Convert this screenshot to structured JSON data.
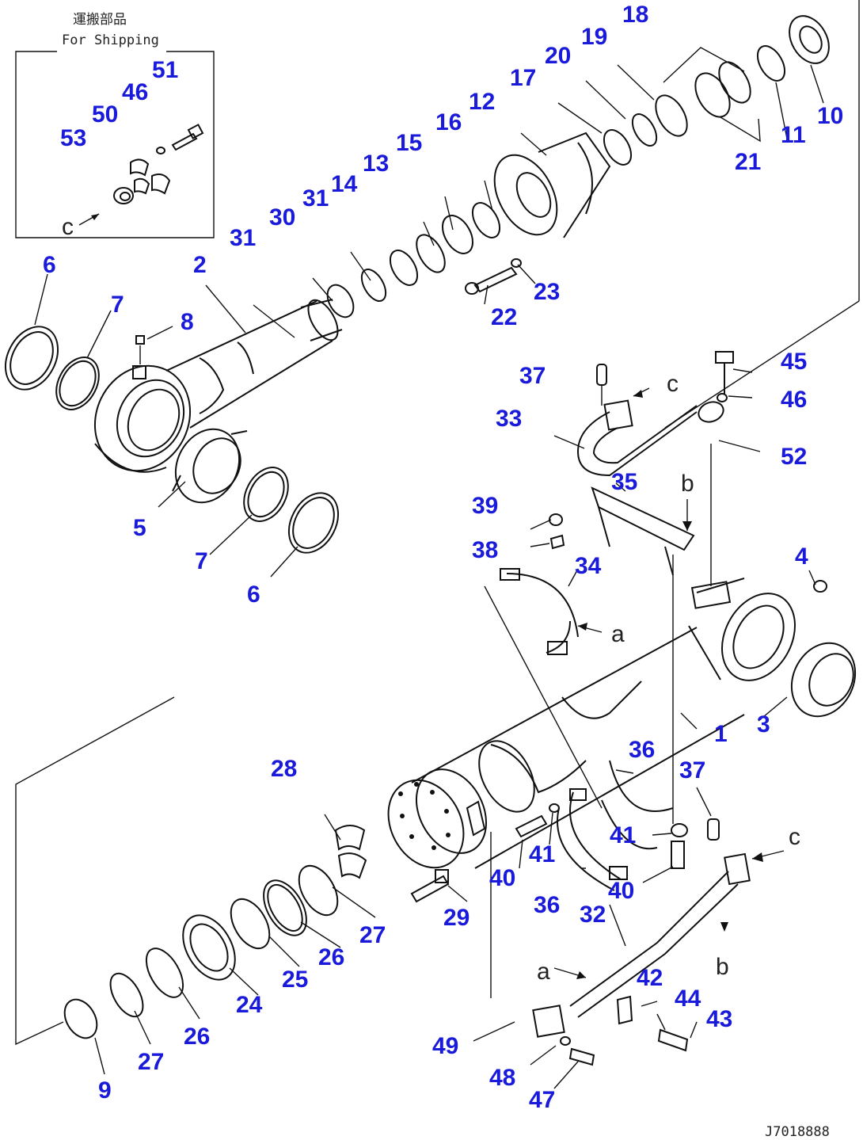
{
  "inset": {
    "title_jp": "運搬部品",
    "title_en": "For Shipping",
    "flag": "c"
  },
  "callouts": [
    {
      "id": "c1",
      "text": "1"
    },
    {
      "id": "c2",
      "text": "2"
    },
    {
      "id": "c3",
      "text": "3"
    },
    {
      "id": "c4",
      "text": "4"
    },
    {
      "id": "c5",
      "text": "5"
    },
    {
      "id": "c6a",
      "text": "6"
    },
    {
      "id": "c6b",
      "text": "6"
    },
    {
      "id": "c7a",
      "text": "7"
    },
    {
      "id": "c7b",
      "text": "7"
    },
    {
      "id": "c8",
      "text": "8"
    },
    {
      "id": "c9",
      "text": "9"
    },
    {
      "id": "c10",
      "text": "10"
    },
    {
      "id": "c11",
      "text": "11"
    },
    {
      "id": "c12",
      "text": "12"
    },
    {
      "id": "c13",
      "text": "13"
    },
    {
      "id": "c14",
      "text": "14"
    },
    {
      "id": "c15",
      "text": "15"
    },
    {
      "id": "c16",
      "text": "16"
    },
    {
      "id": "c17",
      "text": "17"
    },
    {
      "id": "c18",
      "text": "18"
    },
    {
      "id": "c19",
      "text": "19"
    },
    {
      "id": "c20",
      "text": "20"
    },
    {
      "id": "c21",
      "text": "21"
    },
    {
      "id": "c22",
      "text": "22"
    },
    {
      "id": "c23",
      "text": "23"
    },
    {
      "id": "c24",
      "text": "24"
    },
    {
      "id": "c25",
      "text": "25"
    },
    {
      "id": "c26a",
      "text": "26"
    },
    {
      "id": "c26b",
      "text": "26"
    },
    {
      "id": "c27a",
      "text": "27"
    },
    {
      "id": "c27b",
      "text": "27"
    },
    {
      "id": "c28",
      "text": "28"
    },
    {
      "id": "c29",
      "text": "29"
    },
    {
      "id": "c30",
      "text": "30"
    },
    {
      "id": "c31a",
      "text": "31"
    },
    {
      "id": "c31b",
      "text": "31"
    },
    {
      "id": "c32",
      "text": "32"
    },
    {
      "id": "c33",
      "text": "33"
    },
    {
      "id": "c34",
      "text": "34"
    },
    {
      "id": "c35",
      "text": "35"
    },
    {
      "id": "c36a",
      "text": "36"
    },
    {
      "id": "c36b",
      "text": "36"
    },
    {
      "id": "c37a",
      "text": "37"
    },
    {
      "id": "c37b",
      "text": "37"
    },
    {
      "id": "c38",
      "text": "38"
    },
    {
      "id": "c39",
      "text": "39"
    },
    {
      "id": "c40a",
      "text": "40"
    },
    {
      "id": "c40b",
      "text": "40"
    },
    {
      "id": "c41a",
      "text": "41"
    },
    {
      "id": "c41b",
      "text": "41"
    },
    {
      "id": "c42",
      "text": "42"
    },
    {
      "id": "c43",
      "text": "43"
    },
    {
      "id": "c44",
      "text": "44"
    },
    {
      "id": "c45",
      "text": "45"
    },
    {
      "id": "c46a",
      "text": "46"
    },
    {
      "id": "c46b",
      "text": "46"
    },
    {
      "id": "c47",
      "text": "47"
    },
    {
      "id": "c48",
      "text": "48"
    },
    {
      "id": "c49",
      "text": "49"
    },
    {
      "id": "c50",
      "text": "50"
    },
    {
      "id": "c51",
      "text": "51"
    },
    {
      "id": "c52",
      "text": "52"
    },
    {
      "id": "c53",
      "text": "53"
    }
  ],
  "flags": {
    "a1": "a",
    "a2": "a",
    "b1": "b",
    "b2": "b",
    "c1": "c",
    "c2": "c"
  },
  "drawing_code": "J7018888"
}
